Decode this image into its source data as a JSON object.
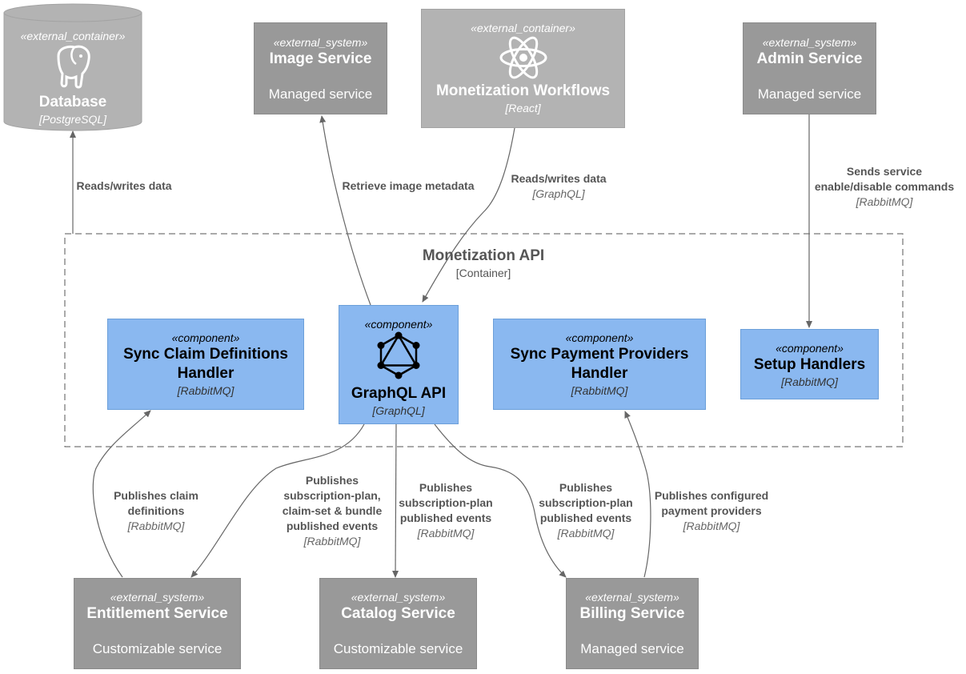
{
  "boundary": {
    "title": "Monetization API",
    "type": "[Container]"
  },
  "database": {
    "stereotype": "«external_container»",
    "title": "Database",
    "tech": "[PostgreSQL]"
  },
  "image_service": {
    "stereotype": "«external_system»",
    "title": "Image Service",
    "desc": "Managed service"
  },
  "workflows": {
    "stereotype": "«external_container»",
    "title": "Monetization Workflows",
    "tech": "[React]"
  },
  "admin_service": {
    "stereotype": "«external_system»",
    "title": "Admin Service",
    "desc": "Managed service"
  },
  "sync_claims": {
    "stereotype": "«component»",
    "title_l1": "Sync Claim Definitions",
    "title_l2": "Handler",
    "tech": "[RabbitMQ]"
  },
  "graphql": {
    "stereotype": "«component»",
    "title": "GraphQL API",
    "tech": "[GraphQL]"
  },
  "sync_payment": {
    "stereotype": "«component»",
    "title_l1": "Sync Payment Providers",
    "title_l2": "Handler",
    "tech": "[RabbitMQ]"
  },
  "setup": {
    "stereotype": "«component»",
    "title": "Setup Handlers",
    "tech": "[RabbitMQ]"
  },
  "entitlement": {
    "stereotype": "«external_system»",
    "title": "Entitlement Service",
    "desc": "Customizable service"
  },
  "catalog": {
    "stereotype": "«external_system»",
    "title": "Catalog Service",
    "desc": "Customizable service"
  },
  "billing": {
    "stereotype": "«external_system»",
    "title": "Billing Service",
    "desc": "Managed service"
  },
  "edges": {
    "db": {
      "l1": "Reads/writes data"
    },
    "image": {
      "l1": "Retrieve image metadata"
    },
    "workflows": {
      "l1": "Reads/writes data",
      "tech": "[GraphQL]"
    },
    "admin": {
      "l1": "Sends service",
      "l2": "enable/disable commands",
      "tech": "[RabbitMQ]"
    },
    "claims": {
      "l1": "Publishes claim",
      "l2": "definitions",
      "tech": "[RabbitMQ]"
    },
    "entitlement": {
      "l1": "Publishes",
      "l2": "subscription-plan,",
      "l3": "claim-set & bundle",
      "l4": "published events",
      "tech": "[RabbitMQ]"
    },
    "catalog": {
      "l1": "Publishes",
      "l2": "subscription-plan",
      "l3": "published events",
      "tech": "[RabbitMQ]"
    },
    "billing": {
      "l1": "Publishes",
      "l2": "subscription-plan",
      "l3": "published events",
      "tech": "[RabbitMQ]"
    },
    "payment": {
      "l1": "Publishes configured",
      "l2": "payment providers",
      "tech": "[RabbitMQ]"
    }
  },
  "colors": {
    "external_system": "#999999",
    "external_container": "#b3b3b3",
    "component": "#8ab8f0",
    "edge": "#666666"
  },
  "icons": {
    "database": "postgresql-elephant-icon",
    "workflows": "react-icon",
    "graphql": "graphql-icon"
  }
}
